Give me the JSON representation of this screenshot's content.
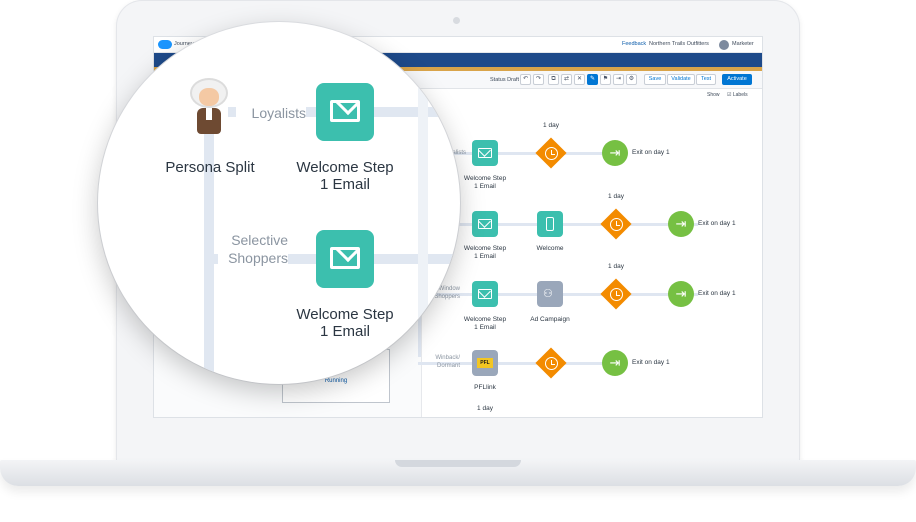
{
  "app": {
    "name": "Journey",
    "feedback": "Feedback",
    "business_unit": "Northern Trails Outfitters",
    "user": "Marketer"
  },
  "toolbar": {
    "status": "Status Draft",
    "save": "Save",
    "validate": "Validate",
    "test": "Test",
    "activate": "Activate",
    "show": "Show",
    "labels": "Labels"
  },
  "side_card": {
    "title": "STATUS",
    "value": "Running"
  },
  "rows": [
    {
      "label": "Loyalists",
      "activity": "Welcome Step\n1 Email",
      "wait_label": "1 day",
      "exit": "Exit on day 1"
    },
    {
      "label": "",
      "activity": "Welcome Step\n1 Email",
      "mid": "Welcome",
      "wait_label": "1 day",
      "exit": "Exit on day 1"
    },
    {
      "label": "Window\nShoppers",
      "activity": "Welcome Step\n1 Email",
      "mid": "Ad Campaign",
      "wait_label": "1 day",
      "exit": "Exit on day 1"
    },
    {
      "label": "Winback/\nDormant",
      "activity": "PFLlink",
      "bottom_label": "1 day",
      "exit": "Exit on day 1"
    }
  ],
  "magnifier": {
    "split": "Persona Split",
    "path1": "Loyalists",
    "path2": "Selective\nShoppers",
    "step1": "Welcome Step\n1 Email",
    "step2": "Welcome Step\n1 Email"
  },
  "colors": {
    "email": "#3cbfae",
    "wait": "#f38b00",
    "exit": "#76c043",
    "brand": "#0176d3"
  }
}
